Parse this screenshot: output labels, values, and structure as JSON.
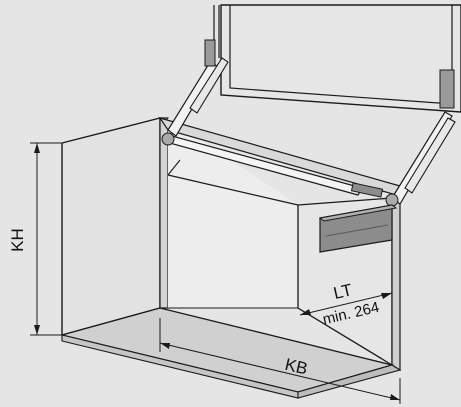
{
  "labels": {
    "cabinet_height": "KH",
    "cabinet_width": "KB",
    "depth_label": "LT",
    "depth_min": "min. 264"
  },
  "colors": {
    "background": "#e5e5e5",
    "cabinet_front": "#e3e3e3",
    "cabinet_side": "#d8d8d8",
    "interior": "#ececec",
    "floor": "#cfcfcf",
    "stroke": "#1a1a1a",
    "mechanism": "#8c8c8c"
  }
}
